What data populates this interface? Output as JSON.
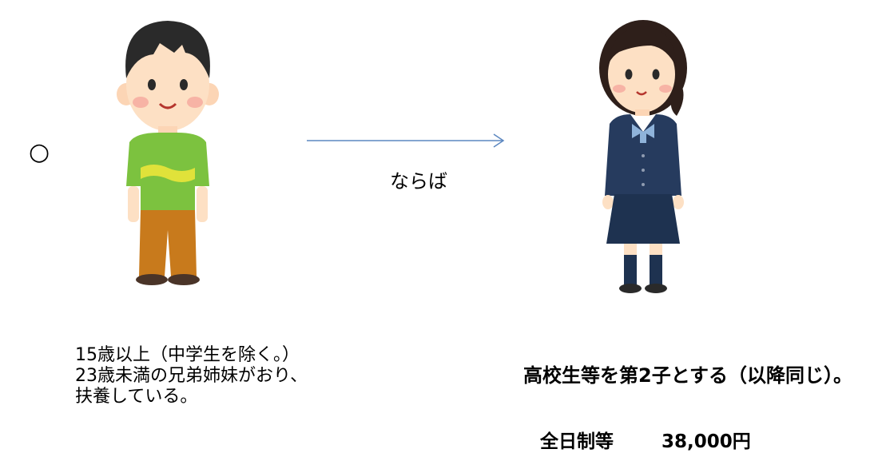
{
  "mark": "○",
  "arrow_label": "ならば",
  "left_text": {
    "line1": "15歳以上（中学生を除く。）",
    "line2": "23歳未満の兄弟姉妹がおり、",
    "line3": "扶養している。"
  },
  "right_title": "高校生等を第2子とする（以降同じ）。",
  "amount": {
    "label": "全日制等",
    "value": "38,000円"
  },
  "colors": {
    "arrow": "#5b87c0",
    "boy_shirt": "#7cc23f",
    "boy_pants": "#c87a1c",
    "girl_blazer": "#263b5e",
    "girl_skirt": "#1e3250"
  }
}
